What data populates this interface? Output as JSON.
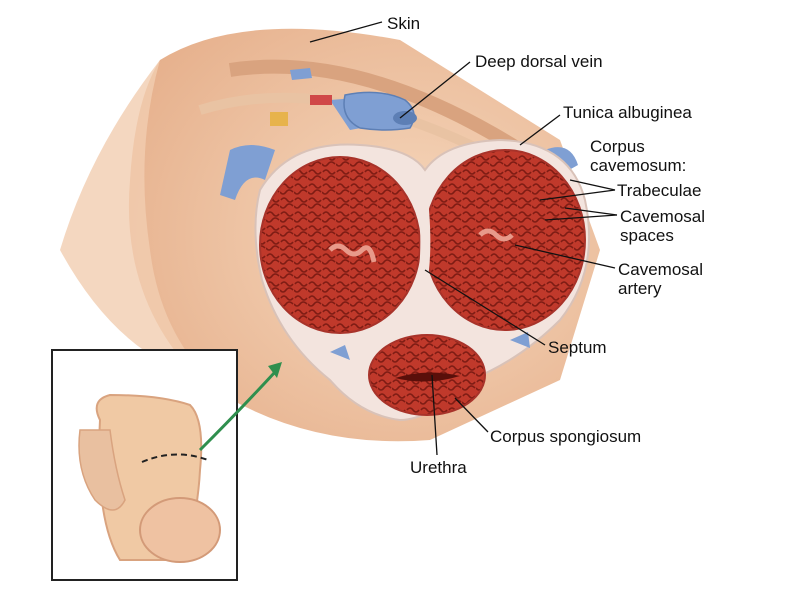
{
  "labels": {
    "skin": "Skin",
    "deep_dorsal_vein": "Deep dorsal vein",
    "tunica_albuginea": "Tunica albuginea",
    "corpus_cavernosum_line1": "Corpus",
    "corpus_cavernosum_line2": "cavemosum:",
    "trabeculae": "Trabeculae",
    "cavernosal_spaces_line1": "Cavemosal",
    "cavernosal_spaces_line2": "spaces",
    "cavernosal_artery_line1": "Cavemosal",
    "cavernosal_artery_line2": "artery",
    "septum": "Septum",
    "corpus_spongiosum": "Corpus spongiosum",
    "urethra": "Urethra"
  },
  "colors": {
    "skin": "#f0c9a4",
    "skin_shadow": "#e2a886",
    "tissue_red": "#c0392b",
    "tissue_dark": "#7e1c14",
    "tunica": "#f3e4de",
    "vein_blue": "#7f9fd3",
    "artery_red": "#d04848",
    "leader_line": "#111111",
    "arrow_green": "#2f8f4e",
    "inset_border": "#222222"
  }
}
